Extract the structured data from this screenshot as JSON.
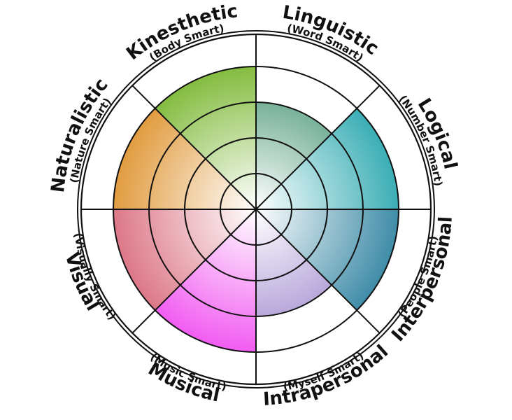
{
  "diagram": {
    "sectors": [
      {
        "name": "Linguistic",
        "subtitle": "(Word Smart)",
        "color": "#1e7d55",
        "level": 3
      },
      {
        "name": "Logical",
        "subtitle": "(Number Smart)",
        "color": "#0a9aa3",
        "level": 4
      },
      {
        "name": "Interpersonal",
        "subtitle": "(People Smart)",
        "color": "#0f6f92",
        "level": 4
      },
      {
        "name": "Intrapersonal",
        "subtitle": "(Myself Smart)",
        "color": "#8a6fc4",
        "level": 3
      },
      {
        "name": "Musical",
        "subtitle": "(Music Smart)",
        "color": "#ee33ee",
        "level": 4
      },
      {
        "name": "Visual",
        "subtitle": "(Visually Smart)",
        "color": "#d4566a",
        "level": 4
      },
      {
        "name": "Naturalistic",
        "subtitle": "(Nature Smart)",
        "color": "#da8310",
        "level": 4
      },
      {
        "name": "Kinesthetic",
        "subtitle": "(Body Smart)",
        "color": "#65ab10",
        "level": 4
      }
    ],
    "ring_count": 5
  }
}
